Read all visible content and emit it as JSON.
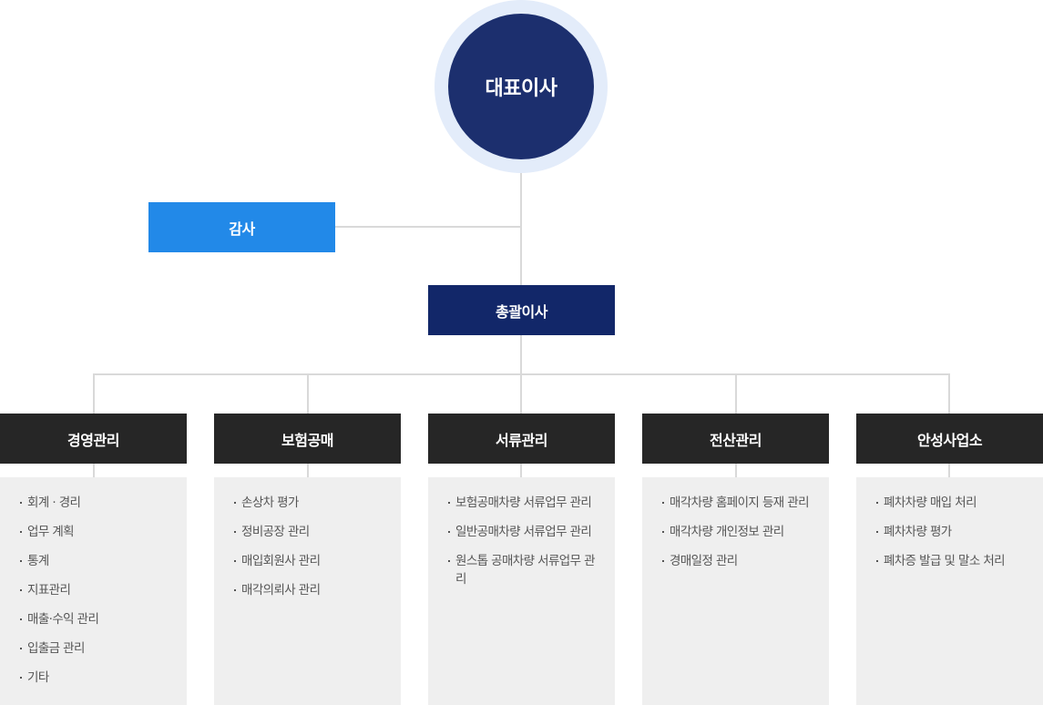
{
  "ceo": "대표이사",
  "auditor": "감사",
  "general_director": "총괄이사",
  "departments": [
    {
      "name": "경영관리",
      "items": [
        "회계 · 경리",
        "업무 계획",
        "통계",
        "지표관리",
        "매출·수익 관리",
        "입출금 관리",
        "기타"
      ]
    },
    {
      "name": "보험공매",
      "items": [
        "손상차 평가",
        "정비공장 관리",
        "매입회원사 관리",
        "매각의뢰사 관리"
      ]
    },
    {
      "name": "서류관리",
      "items": [
        "보험공매차량 서류업무 관리",
        "일반공매차량 서류업무 관리",
        "원스톱 공매차량 서류업무 관리"
      ]
    },
    {
      "name": "전산관리",
      "items": [
        "매각차량 홈페이지 등재 관리",
        "매각차량 개인정보 관리",
        "경매일정 관리"
      ]
    },
    {
      "name": "안성사업소",
      "items": [
        "폐차차량 매입 처리",
        "폐차차량 평가",
        "폐차증 발급 및 말소 처리"
      ]
    }
  ],
  "colors": {
    "ceo_circle": "#1c2f6e",
    "ceo_halo": "#e3ecfa",
    "auditor": "#2289e8",
    "general_director": "#122769",
    "department": "#262626",
    "panel": "#efefef",
    "connector": "#d9d9d9"
  }
}
